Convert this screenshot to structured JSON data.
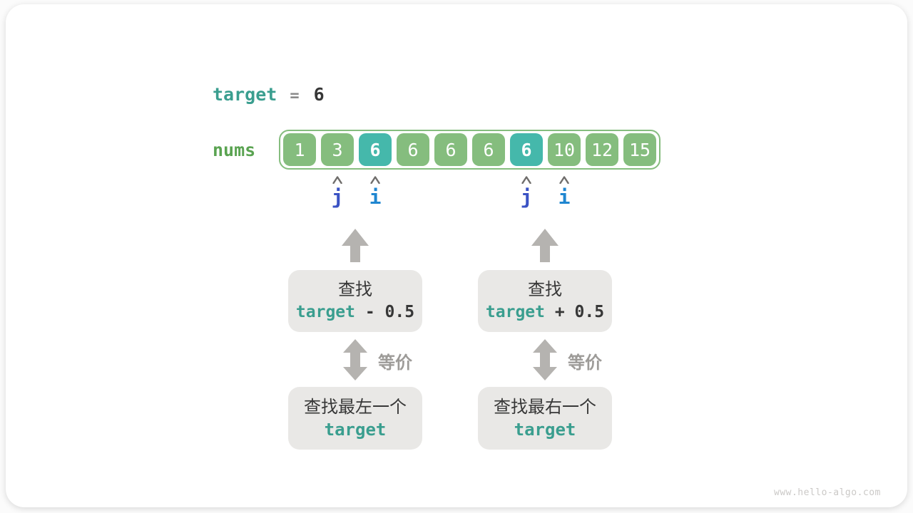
{
  "colors": {
    "cell_green": "#85bd7e",
    "cell_teal": "#45b8ab",
    "array_border": "#85bd7e",
    "nums_green": "#5aa351",
    "code_teal": "#3a9e8f",
    "dark_text": "#373737",
    "eq_gray": "#8a8a8a",
    "box_bg": "#e9e8e6",
    "arrow_gray": "#b5b3b0",
    "equiv_gray": "#9d9b98",
    "caret_gray": "#6f6d6b",
    "pointer_j": "#3b53c4",
    "pointer_i": "#1f86d0",
    "watermark_gray": "#cbc9c7"
  },
  "target_line": {
    "variable": "target",
    "operator": "=",
    "value": "6"
  },
  "array": {
    "label": "nums",
    "cells": [
      {
        "value": "1",
        "highlight": false
      },
      {
        "value": "3",
        "highlight": false
      },
      {
        "value": "6",
        "highlight": true
      },
      {
        "value": "6",
        "highlight": false
      },
      {
        "value": "6",
        "highlight": false
      },
      {
        "value": "6",
        "highlight": false
      },
      {
        "value": "6",
        "highlight": true
      },
      {
        "value": "10",
        "highlight": false
      },
      {
        "value": "12",
        "highlight": false
      },
      {
        "value": "15",
        "highlight": false
      }
    ]
  },
  "pointers": [
    {
      "label": "j",
      "index": 1,
      "color_key": "pointer_j"
    },
    {
      "label": "i",
      "index": 2,
      "color_key": "pointer_i"
    },
    {
      "label": "j",
      "index": 6,
      "color_key": "pointer_j"
    },
    {
      "label": "i",
      "index": 7,
      "color_key": "pointer_i"
    }
  ],
  "columns": [
    {
      "search_title": "查找",
      "search_code_var": "target",
      "search_code_op": " - 0.5",
      "equiv_label": "等价",
      "result_title": "查找最左一个",
      "result_code": "target"
    },
    {
      "search_title": "查找",
      "search_code_var": "target",
      "search_code_op": " + 0.5",
      "equiv_label": "等价",
      "result_title": "查找最右一个",
      "result_code": "target"
    }
  ],
  "watermark": "www.hello-algo.com"
}
